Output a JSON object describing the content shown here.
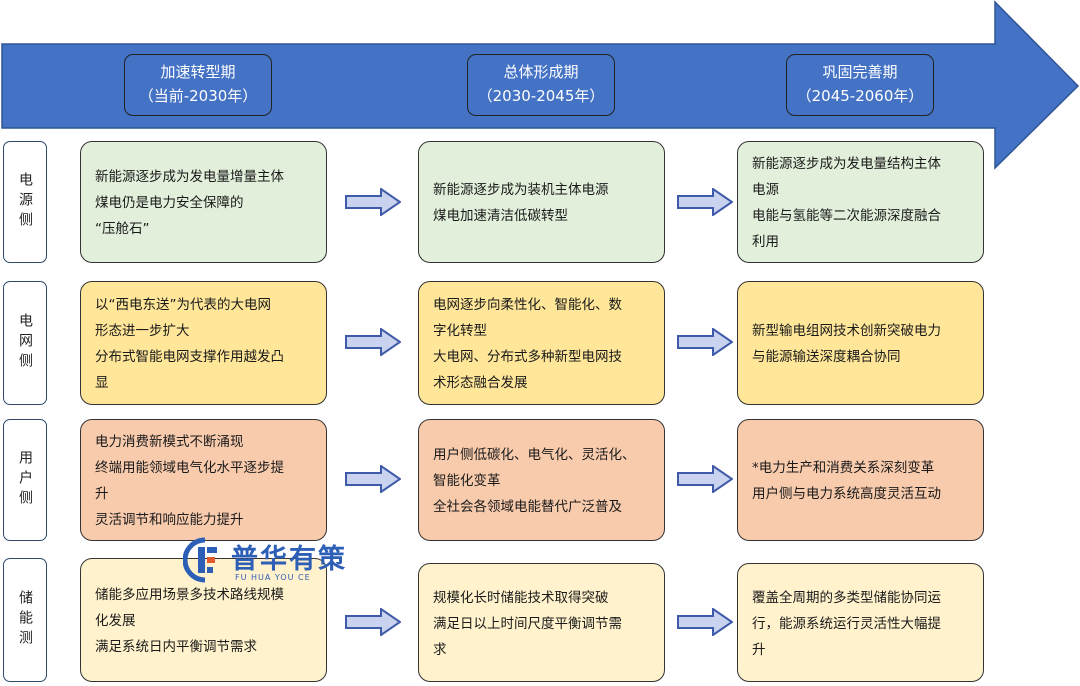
{
  "phases": [
    {
      "name": "加速转型期",
      "period": "（当前-2030年）"
    },
    {
      "name": "总体形成期",
      "period": "（2030-2045年）"
    },
    {
      "name": "巩固完善期",
      "period": "（2045-2060年）"
    }
  ],
  "rows": [
    {
      "side": "电源侧",
      "cells": [
        {
          "lines": [
            "新能源逐步成为发电量增量主体",
            "煤电仍是电力安全保障的",
            "“压舱石”"
          ]
        },
        {
          "lines": [
            "新能源逐步成为装机主体电源",
            "煤电加速清洁低碳转型"
          ]
        },
        {
          "lines": [
            "新能源逐步成为发电量结构主体",
            "电源",
            "电能与氢能等二次能源深度融合",
            "利用"
          ]
        }
      ]
    },
    {
      "side": "电网侧",
      "cells": [
        {
          "lines": [
            "以“西电东送”为代表的大电网",
            "形态进一步扩大",
            "分布式智能电网支撑作用越发凸",
            "显"
          ]
        },
        {
          "lines": [
            "电网逐步向柔性化、智能化、数",
            "字化转型",
            "大电网、分布式多种新型电网技",
            "术形态融合发展"
          ]
        },
        {
          "lines": [
            "新型输电组网技术创新突破电力",
            "与能源输送深度耦合协同"
          ]
        }
      ]
    },
    {
      "side": "用户侧",
      "cells": [
        {
          "lines": [
            "电力消费新模式不断涌现",
            "终端用能领域电气化水平逐步提",
            "升",
            "灵活调节和响应能力提升"
          ]
        },
        {
          "lines": [
            "用户侧低碳化、电气化、灵活化、",
            "智能化变革",
            "全社会各领域电能替代广泛普及"
          ]
        },
        {
          "lines": [
            "*电力生产和消费关系深刻变革",
            "用户侧与电力系统高度灵活互动"
          ]
        }
      ]
    },
    {
      "side": "储能测",
      "cells": [
        {
          "lines": [
            "储能多应用场景多技术路线规模",
            "化发展",
            "满足系统日内平衡调节需求"
          ]
        },
        {
          "lines": [
            "规模化长时储能技术取得突破",
            "满足日以上时间尺度平衡调节需",
            "求"
          ]
        },
        {
          "lines": [
            "覆盖全周期的多类型储能协同运",
            "行，能源系统运行灵活性大幅提",
            "升"
          ]
        }
      ]
    }
  ],
  "watermark": {
    "name": "普华有策",
    "pinyin": "FU HUA YOU CE"
  },
  "colors": {
    "banner": "#4472c4",
    "row1": "#e2efda",
    "row2": "#ffe699",
    "row3": "#f8cbad",
    "row4": "#fff2cc",
    "arrow_fill": "#c9d3f0",
    "arrow_stroke": "#3f5aa8"
  }
}
